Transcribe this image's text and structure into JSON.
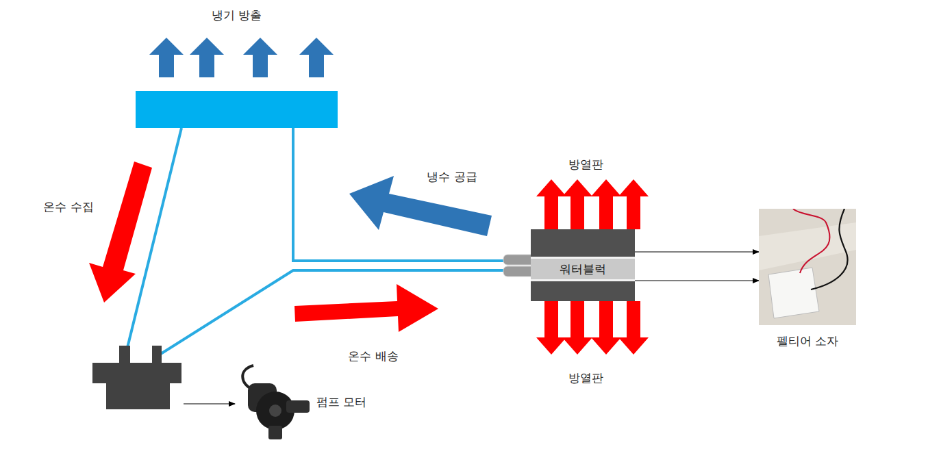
{
  "diagram": {
    "nodes": [
      {
        "text": [
          "냉기 방출"
        ]
      },
      {
        "text": [
          "워터블럭"
        ]
      },
      {
        "text": [
          "펠티어 소자"
        ]
      },
      {
        "text": [
          "펌프 모터"
        ]
      }
    ],
    "edges": [
      {
        "from": 0,
        "to": 1,
        "arrow": "none"
      },
      {
        "from": 1,
        "to": 2,
        "arrow": "to"
      },
      {
        "from": 1,
        "to": 2,
        "arrow": "to"
      }
    ],
    "labels": [
      "온수 수집",
      "냉수 공급",
      "온수 배송",
      "방열판",
      "방열판"
    ]
  }
}
